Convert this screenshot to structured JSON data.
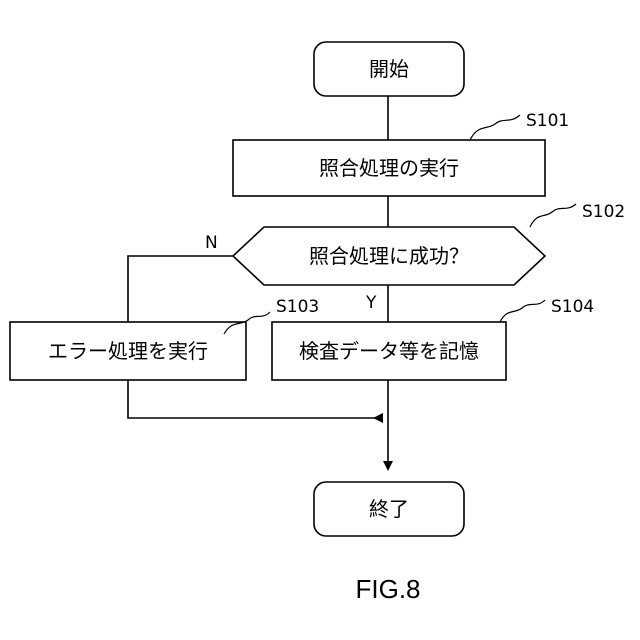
{
  "flowchart": {
    "start": "開始",
    "s101": {
      "step": "S101",
      "label": "照合処理の実行"
    },
    "s102": {
      "step": "S102",
      "label": "照合処理に成功？",
      "no": "N",
      "yes": "Y"
    },
    "s103": {
      "step": "S103",
      "label": "エラー処理を実行"
    },
    "s104": {
      "step": "S104",
      "label": "検査データ等を記憶"
    },
    "end": "終了"
  },
  "figure_label": "FIG.8"
}
